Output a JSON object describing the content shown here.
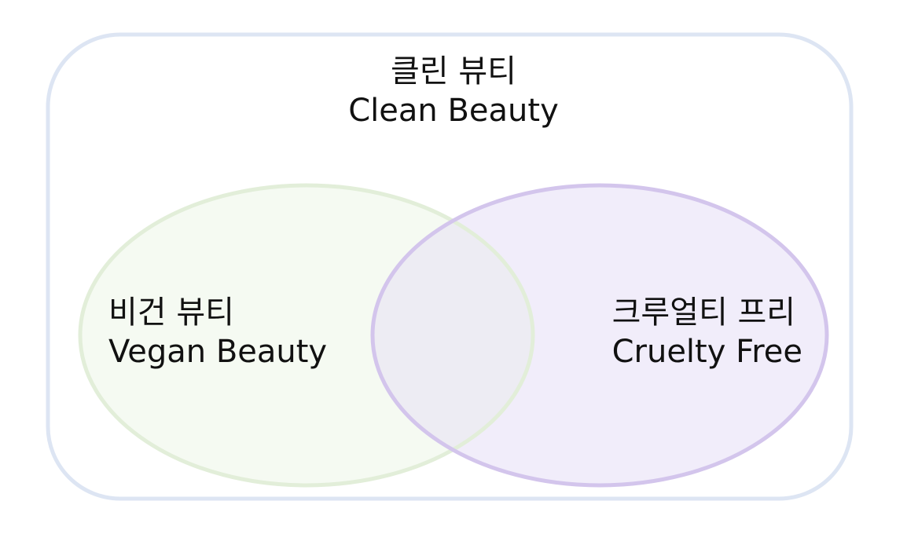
{
  "colors": {
    "outer_border": "#dde5f3",
    "vegan_fill": "#f5faf2",
    "vegan_stroke": "#e2eed9",
    "cruelty_fill": "#f1edfa",
    "cruelty_stroke": "#d3c5ec",
    "overlap_fill": "#edecf3",
    "text": "#111111"
  },
  "sets": {
    "clean": {
      "label_ko": "클린 뷰티",
      "label_en": "Clean Beauty"
    },
    "vegan": {
      "label_ko": "비건 뷰티",
      "label_en": "Vegan Beauty"
    },
    "cruelty": {
      "label_ko": "크루얼티 프리",
      "label_en": "Cruelty Free"
    }
  }
}
